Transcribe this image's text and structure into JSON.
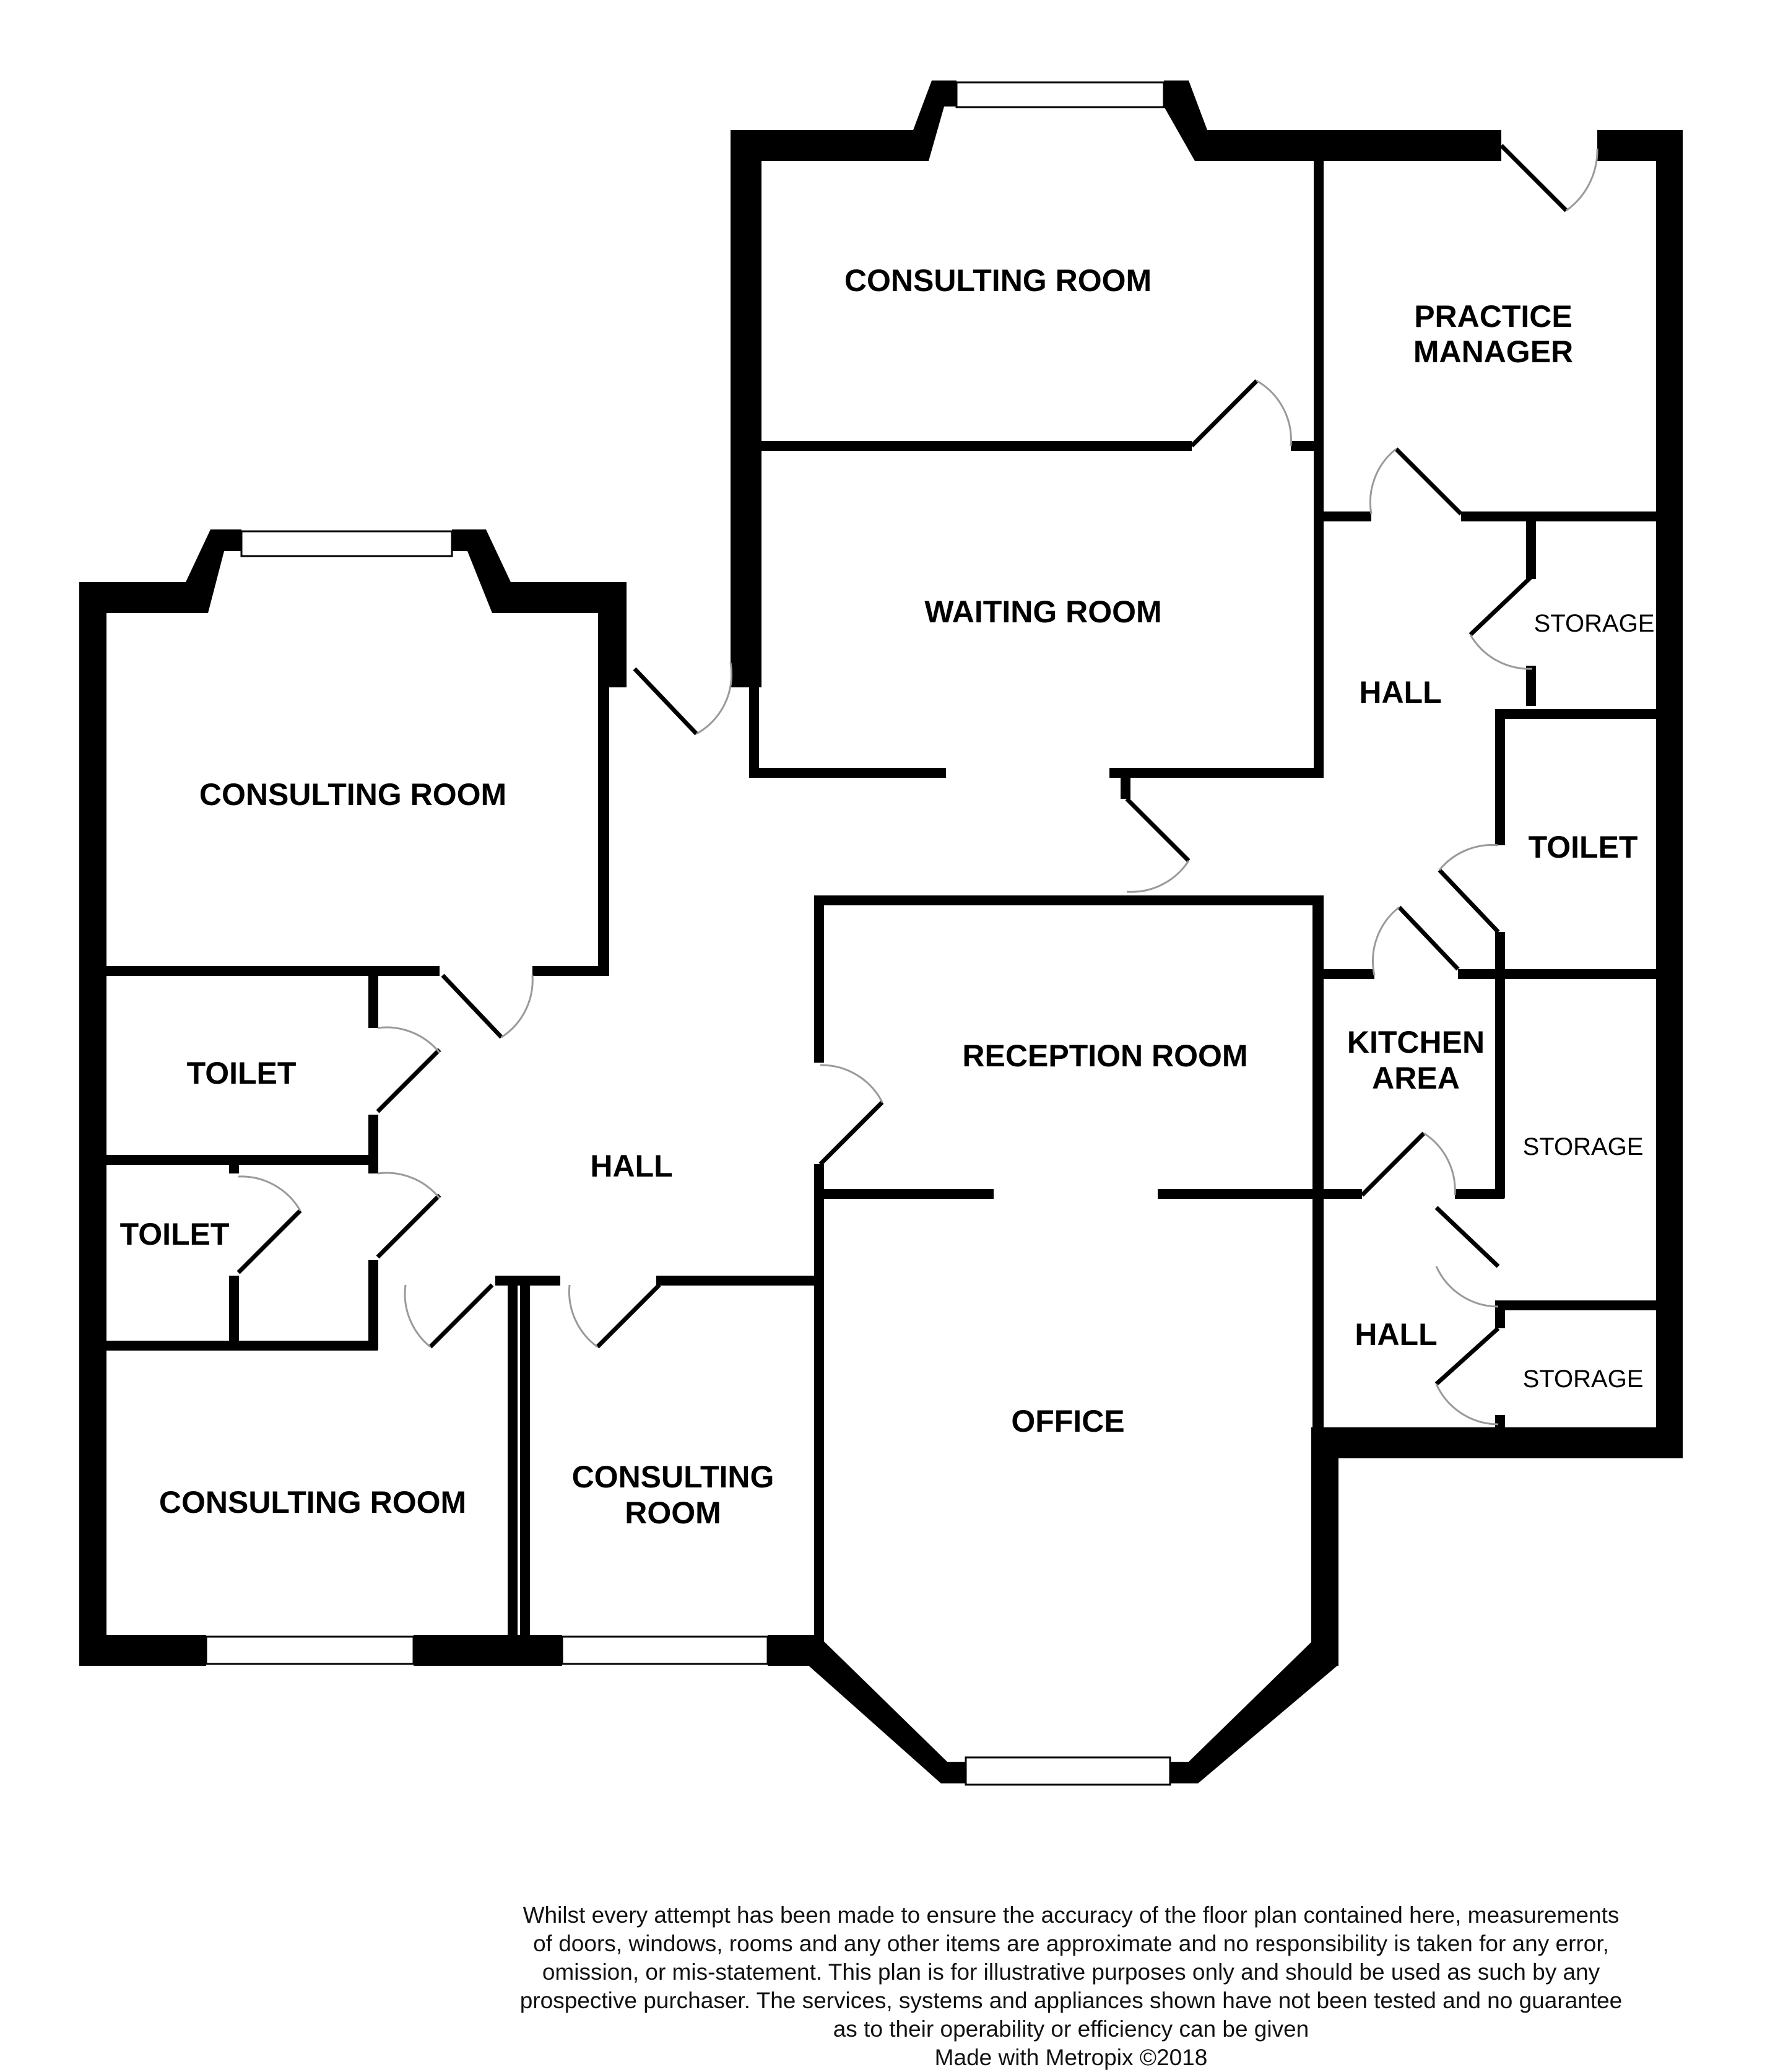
{
  "rooms": {
    "consulting_top": "CONSULTING ROOM",
    "practice_manager": [
      "PRACTICE",
      "MANAGER"
    ],
    "waiting_room": "WAITING ROOM",
    "storage_top": "STORAGE",
    "hall_right_top": "HALL",
    "toilet_right": "TOILET",
    "consulting_left": "CONSULTING ROOM",
    "reception_room": "RECEPTION ROOM",
    "kitchen_area": [
      "KITCHEN",
      "AREA"
    ],
    "storage_mid": "STORAGE",
    "toilet_left_upper": "TOILET",
    "toilet_left_lower": "TOILET",
    "hall_center": "HALL",
    "hall_right_bottom": "HALL",
    "storage_bottom": "STORAGE",
    "office": "OFFICE",
    "consulting_bottom_left": "CONSULTING ROOM",
    "consulting_bottom_mid": [
      "CONSULTING",
      "ROOM"
    ]
  },
  "disclaimer": {
    "lines": [
      "Whilst every attempt has been made to ensure the accuracy of the floor plan contained here, measurements",
      "of doors, windows, rooms and any other items are approximate and no responsibility is taken for any error,",
      "omission, or mis-statement. This plan is for illustrative purposes only and should be used as such by any",
      "prospective purchaser. The services, systems and appliances shown have not been tested and no guarantee",
      "as to their operability or efficiency can be given"
    ],
    "credit": "Made with Metropix ©2018"
  }
}
